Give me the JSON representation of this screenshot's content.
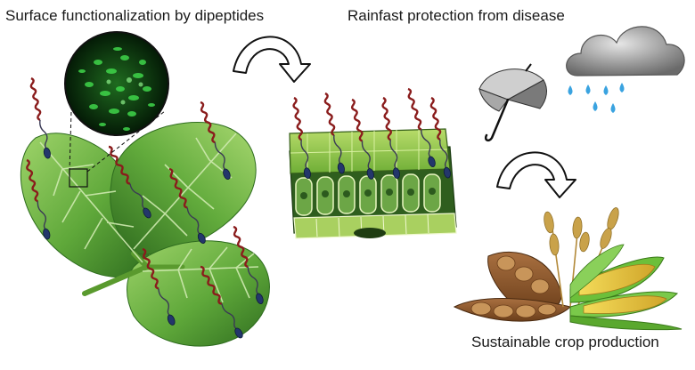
{
  "labels": {
    "surface_functionalization": "Surface functionalization by dipeptides",
    "rainfast_protection": "Rainfast protection from disease",
    "sustainable_crop": "Sustainable crop production"
  },
  "icons": {
    "leaf": "leaf-icon",
    "microscope_inset": "microscopy-inset-icon",
    "dipeptide": "dipeptide-coil-icon",
    "leaf_cross_section": "leaf-cross-section-icon",
    "umbrella": "umbrella-icon",
    "rain_cloud": "rain-cloud-icon",
    "curved_arrow": "curved-arrow-icon",
    "crops": "crops-icon"
  },
  "colors": {
    "leaf_green": "#5fa83a",
    "leaf_dark": "#2f6d1f",
    "coil_red": "#8a1c1c",
    "cloud_gray": "#8d8d8d",
    "rain_blue": "#3aa3e0",
    "pod_brown": "#8b5a2b",
    "corn_yellow": "#e3c23a",
    "wheat_gold": "#c9a24a"
  }
}
